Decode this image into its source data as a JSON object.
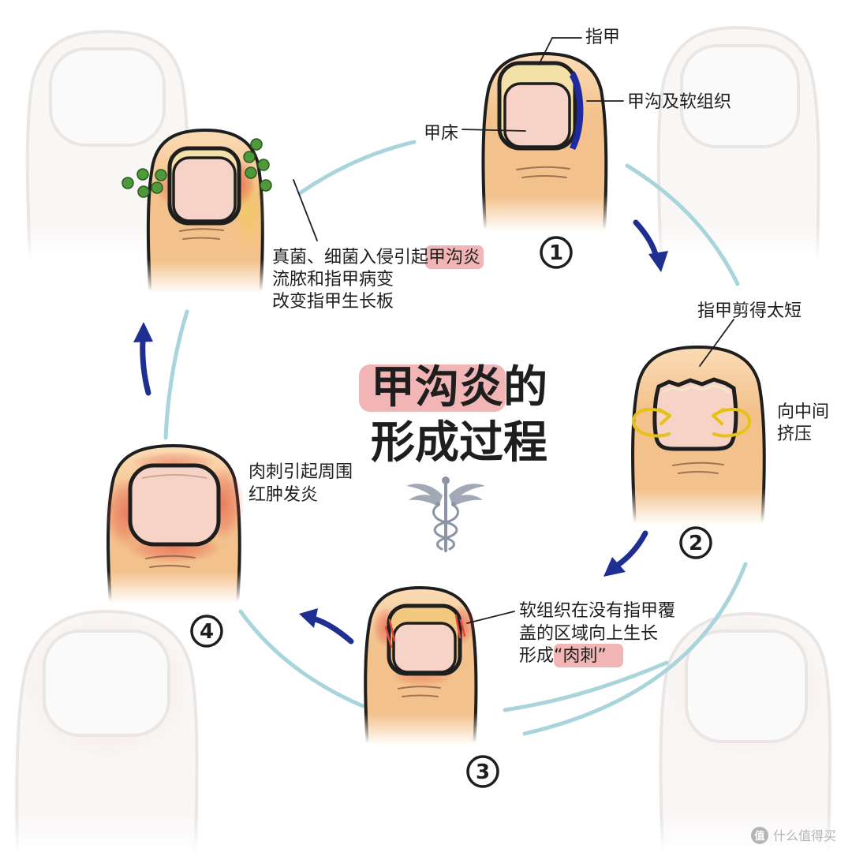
{
  "title": {
    "highlight": "甲沟炎",
    "rest": "的",
    "line2": "形成过程"
  },
  "step1": {
    "number": "1",
    "nail_label": "指甲",
    "fold_label": "甲沟及软组织",
    "bed_label": "甲床"
  },
  "step2": {
    "number": "2",
    "cause_label": "指甲剪得太短",
    "squeeze_label": [
      "向中间",
      "挤压"
    ]
  },
  "step3": {
    "number": "3",
    "caption": [
      "软组织在没有指甲覆",
      "盖的区域向上生长"
    ],
    "caption_last_prefix": "形成",
    "caption_last_highlight": "“肉刺”"
  },
  "step4": {
    "number": "4",
    "caption": [
      "肉刺引起周围",
      "红肿发炎"
    ]
  },
  "step5": {
    "caption_first_prefix": "真菌、细菌入侵引起",
    "caption_first_highlight": "甲沟炎",
    "caption": [
      "流脓和指甲病变",
      "改变指甲生长板"
    ]
  },
  "center_icon": "caduceus-icon",
  "watermark": {
    "logo_glyph": "值",
    "text": "什么值得买"
  },
  "colors": {
    "outline": "#1e1e1e",
    "skin": "#f3c28c",
    "skin_light": "#fbdcb6",
    "nail_bed": "#f7d2c7",
    "free_edge": "#f3e1a8",
    "flow_arc": "#a8d5dc",
    "flow_arrow": "#1f2e91",
    "highlight": "#ee9c9c",
    "germ": "#4e9a3a",
    "squeeze_arrow": "#e6c11a",
    "inflammation": "#e2463f",
    "nail_groove": "#1f2aa0",
    "ghost_finger": "#dcd7d3",
    "watermark": "#b5b5b5",
    "text": "#1e1e1e",
    "caduceus": "#8a94a4"
  }
}
